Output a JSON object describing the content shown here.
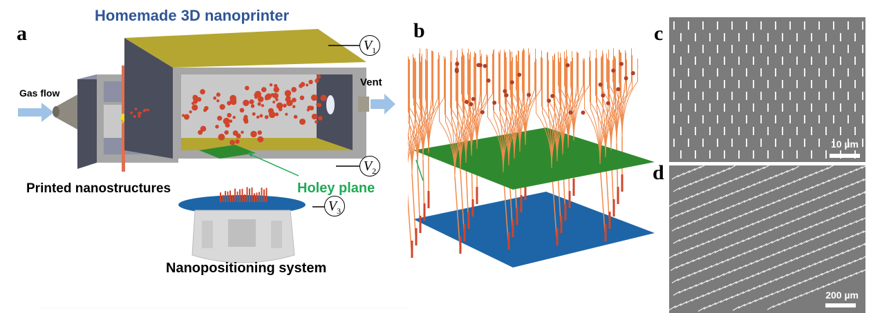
{
  "panels": {
    "a": {
      "label": "a",
      "title": "Homemade 3D nanoprinter",
      "gas_flow": "Gas flow",
      "vent": "Vent",
      "printed": "Printed nanostructures",
      "holey_plane": "Holey plane",
      "nanopositioning": "Nanopositioning system",
      "voltages": [
        {
          "symbol": "V",
          "sub": "1"
        },
        {
          "symbol": "V",
          "sub": "2"
        },
        {
          "symbol": "V",
          "sub": "3"
        }
      ]
    },
    "b": {
      "label": "b"
    },
    "c": {
      "label": "c",
      "scale": "10 µm"
    },
    "d": {
      "label": "d",
      "scale": "200 µm"
    }
  },
  "colors": {
    "title_blue": "#2f5597",
    "holey_green": "#1faa55",
    "chamber_gray": "#a6a6a6",
    "chamber_dark": "#4a4d5c",
    "lid_olive": "#b5a632",
    "particle_red": "#d0452c",
    "fiber_orange": "#f08a4b",
    "plate_green": "#2f8a2f",
    "substrate_blue": "#1d65a6",
    "arrow_blue": "#9ec3e6",
    "sem_gray": "#7b7b7b"
  }
}
